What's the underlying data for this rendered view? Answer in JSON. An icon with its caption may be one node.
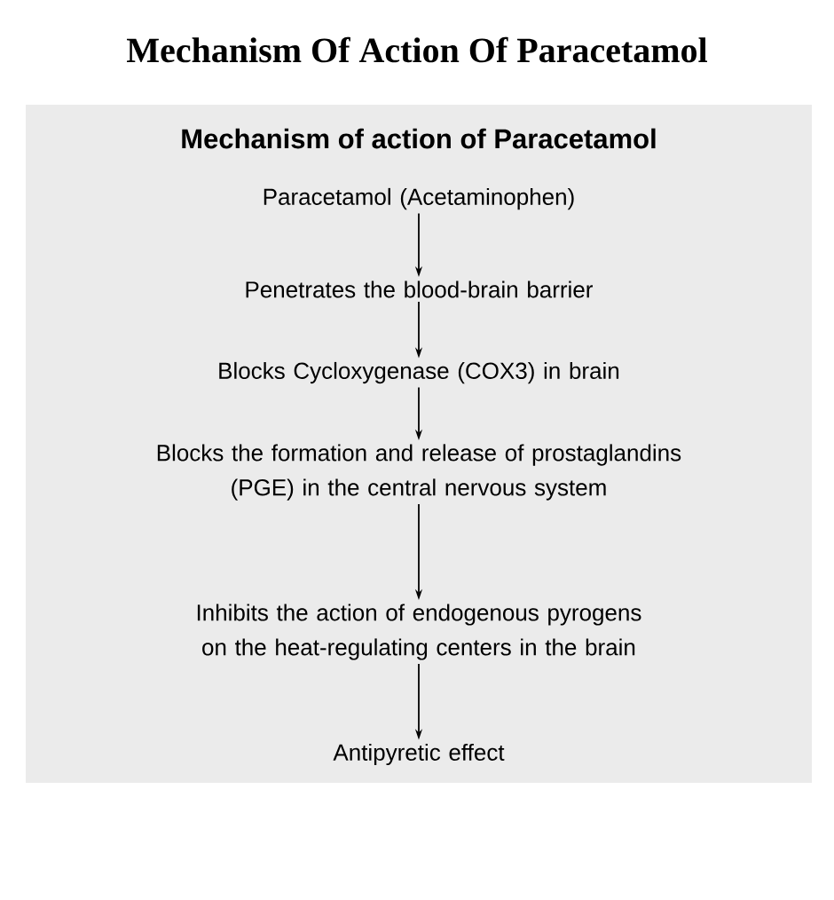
{
  "diagram": {
    "title": "Mechanism Of Action Of Paracetamol",
    "nodes": [
      {
        "text": [
          "Mechanism of action of Paracetamol"
        ]
      },
      {
        "text": [
          "Paracetamol (Acetaminophen)"
        ],
        "in": 0
      },
      {
        "text": [
          "Penetrates the blood-brain barrier"
        ],
        "in": 0
      },
      {
        "text": [
          "Blocks Cycloxygenase (COX3) in brain"
        ],
        "in": 0
      },
      {
        "text": [
          "Blocks the formation and release of prostaglandins (PGE) in the central nervous system"
        ],
        "in": 0
      },
      {
        "text": [
          "Inhibits the action of endogenous pyrogens on the heat-regulating centers in the brain"
        ],
        "in": 0
      },
      {
        "text": [
          "Antipyretic effect"
        ],
        "in": 0
      }
    ],
    "edges": [
      {
        "from": 1,
        "to": 2,
        "arrow": "to"
      },
      {
        "from": 2,
        "to": 3,
        "arrow": "to"
      },
      {
        "from": 3,
        "to": 4,
        "arrow": "to"
      },
      {
        "from": 4,
        "to": 5,
        "arrow": "to"
      },
      {
        "from": 5,
        "to": 6,
        "arrow": "to"
      }
    ]
  }
}
